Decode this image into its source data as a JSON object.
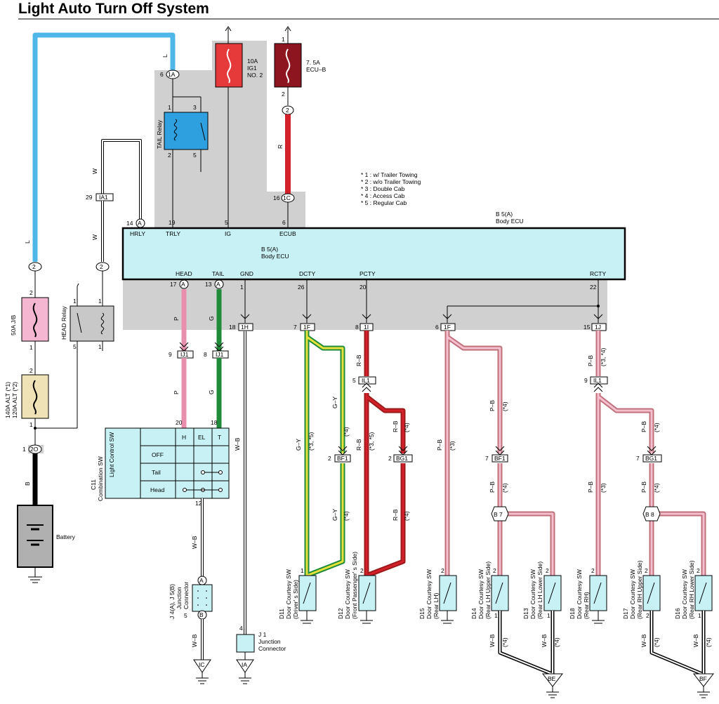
{
  "title": "Light Auto Turn Off System",
  "notes": [
    "* 1 : w/ Trailer Towing",
    "* 2 : w/o Trailer Towing",
    "* 3 : Double Cab",
    "* 4 : Access Cab",
    "* 5 : Regular Cab"
  ],
  "fuses": {
    "ig1": {
      "rating": "10A",
      "name1": "IG1",
      "name2": "NO. 2"
    },
    "ecub": {
      "rating": "7. 5A",
      "name1": "ECU–B"
    },
    "jb50": {
      "label": "50A J/B"
    },
    "alt": {
      "label1": "140A ALT (*1)",
      "label2": "120A ALT (*2)"
    }
  },
  "relays": {
    "tail": "TAIL Relay",
    "head": "HEAD Relay"
  },
  "ecu": {
    "code": "B 5(A)",
    "name": "Body ECU",
    "top_pins": [
      "HRLY",
      "TRLY",
      "IG",
      "ECUB"
    ],
    "bottom_pins": [
      "HEAD",
      "TAIL",
      "GND",
      "DCTY",
      "PCTY",
      "RCTY"
    ]
  },
  "connectors": [
    "1A",
    "1C",
    "IA1",
    "2",
    "2",
    "IJ1",
    "IJ1",
    "1H",
    "1F",
    "1I",
    "1F",
    "1J",
    "IL1",
    "IL1",
    "BF1",
    "BG1",
    "BF1",
    "BG1",
    "2O",
    "B 7",
    "B 8",
    "A",
    "A",
    "A",
    "B"
  ],
  "pins": [
    "6",
    "1",
    "2",
    "29",
    "14",
    "19",
    "5",
    "6",
    "16",
    "3",
    "1",
    "2",
    "5",
    "17",
    "13",
    "1",
    "26",
    "20",
    "22",
    "18",
    "7",
    "8",
    "6",
    "15",
    "9",
    "8",
    "5",
    "9",
    "2",
    "2",
    "7",
    "7",
    "20",
    "18",
    "12",
    "4",
    "1",
    "1",
    "1",
    "2",
    "2",
    "2",
    "1",
    "1",
    "1",
    "1",
    "2",
    "2",
    "2",
    "2",
    "1",
    "1",
    "2",
    "5",
    "3",
    "1",
    "1",
    "2"
  ],
  "wire_colors": [
    "L",
    "L",
    "W",
    "W",
    "W",
    "R",
    "P",
    "P",
    "G",
    "G",
    "W–B",
    "G–Y",
    "G–Y",
    "R–B",
    "R–B",
    "R–B",
    "P–B",
    "P–B",
    "P–B",
    "B",
    "W–B",
    "W–B",
    "W–B",
    "W–B",
    "W–B"
  ],
  "notes_wire": [
    "(*3, *5)",
    "(*4)",
    "(*4)",
    "(*3, *5)",
    "(*4)",
    "(*4)",
    "(*3)",
    "(*4)",
    "(*4)",
    "(*3, *4)",
    "(*4)",
    "(*4)",
    "(*3)",
    "(*4)",
    "(*4)",
    "(*4)",
    "(*4)",
    "(*4)",
    "(*4)"
  ],
  "combination_sw": {
    "code": "C11",
    "name": "Combination SW",
    "sub": "Light Control SW",
    "cols": [
      "H",
      "EL",
      "T"
    ],
    "rows": [
      "OFF",
      "Tail",
      "Head"
    ]
  },
  "battery": "Battery",
  "junctions": {
    "j4": {
      "code": "J 4(A), J 5(B)",
      "name1": "Junction",
      "name2": "Connector"
    },
    "j1": {
      "code": "J 1",
      "name1": "Junction",
      "name2": "Connector"
    }
  },
  "grounds": [
    "IC",
    "IA",
    "BE",
    "BF"
  ],
  "switches": [
    {
      "code": "D11",
      "name": "Door Courtesy SW",
      "side": "(Driver' s Side)"
    },
    {
      "code": "D12",
      "name": "Door Courtesy SW",
      "side": "(Front Passenger' s Side)"
    },
    {
      "code": "D15",
      "name": "Door Courtesy SW",
      "side": "(Rear LH)"
    },
    {
      "code": "D14",
      "name": "Door Courtesy SW",
      "side": "(Rear LH Upper Side)"
    },
    {
      "code": "D13",
      "name": "Door Courtesy SW",
      "side": "(Rear LH Lower Side)"
    },
    {
      "code": "D18",
      "name": "Door Courtesy SW",
      "side": "(Rear RH)"
    },
    {
      "code": "D17",
      "name": "Door Courtesy SW",
      "side": "(Rear RH Upper Side)"
    },
    {
      "code": "D16",
      "name": "Door Courtesy SW",
      "side": "(Rear RH Lower Side)"
    }
  ],
  "colors": {
    "blue_wire": "#4fb7e8",
    "red_wire": "#d4202a",
    "pink_wire": "#e88fae",
    "green_wire": "#1f8a3a",
    "yellow_wire": "#e6e23a",
    "darkred_wire": "#9b1a1a",
    "pinkb_wire": "#e8a2b8",
    "ecu_fill": "#c8f1f5",
    "gray_area": "#d0d0d0"
  }
}
